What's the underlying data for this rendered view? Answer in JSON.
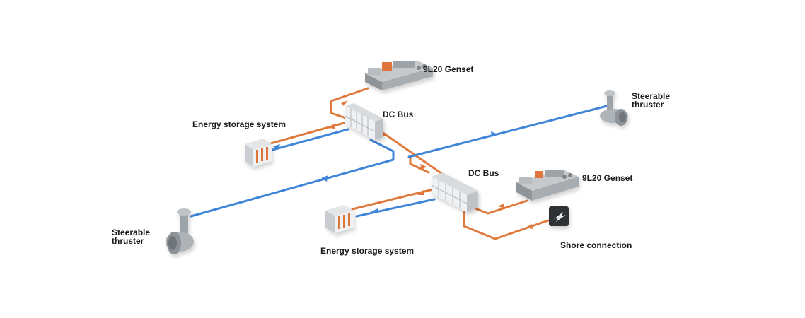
{
  "labels": {
    "genset_top": "9L20 Genset",
    "genset_right": "9L20 Genset",
    "dc_bus_upper": "DC Bus",
    "dc_bus_lower": "DC Bus",
    "energy_storage_upper": "Energy storage system",
    "energy_storage_lower": "Energy storage system",
    "thruster_right_line1": "Steerable",
    "thruster_right_line2": "thruster",
    "thruster_left_line1": "Steerable",
    "thruster_left_line2": "thruster",
    "shore_connection": "Shore connection"
  },
  "colors": {
    "orange_line": "#e07a3c",
    "blue_line": "#3f86d8",
    "equipment_gray": "#9ea3a8",
    "cabinet_white": "#eef0f2",
    "accent_orange": "#e0743a"
  },
  "icons": {
    "shore": "shore-power-plug-icon"
  }
}
